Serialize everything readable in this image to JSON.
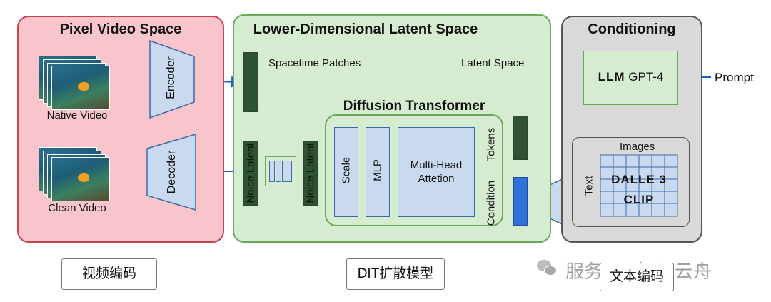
{
  "pixel": {
    "title": "Pixel Video Space",
    "native_label": "Native Video",
    "clean_label": "Clean Video",
    "encoder": "Encoder",
    "decoder": "Decoder"
  },
  "latent": {
    "title": "Lower-Dimensional Latent Space",
    "patches_label": "Spacetime Patches",
    "latent_label": "Latent Space",
    "noice_latent": "Noice Latent",
    "noice_latent_2": "Noice Latent"
  },
  "dit": {
    "title": "Diffusion Transformer",
    "scale": "Scale",
    "mlp": "MLP",
    "attention_line1": "Multi-Head",
    "attention_line2": "Attetion",
    "tokens": "Tokens",
    "condition": "Condition"
  },
  "conditioning": {
    "title": "Conditioning",
    "llm_bold": "LLM",
    "llm_model": " GPT-4",
    "prompt": "Prompt",
    "images": "Images",
    "text": "Text",
    "dalle": "DALLE 3",
    "clip": "CLIP"
  },
  "captions": {
    "video_codec": "视频编码",
    "dit_model": "DIT扩散模型",
    "text_codec": "文本编码"
  },
  "watermark": {
    "text": "服务号 · 智汇云舟"
  },
  "colors": {
    "pixel_bg": "#f8c5cc",
    "latent_bg": "#d6ecd0",
    "cond_bg": "#d9d9d9",
    "arrow": "#1f5fd6",
    "patch": "#2f5232",
    "condition_bar": "#2f73d8"
  }
}
